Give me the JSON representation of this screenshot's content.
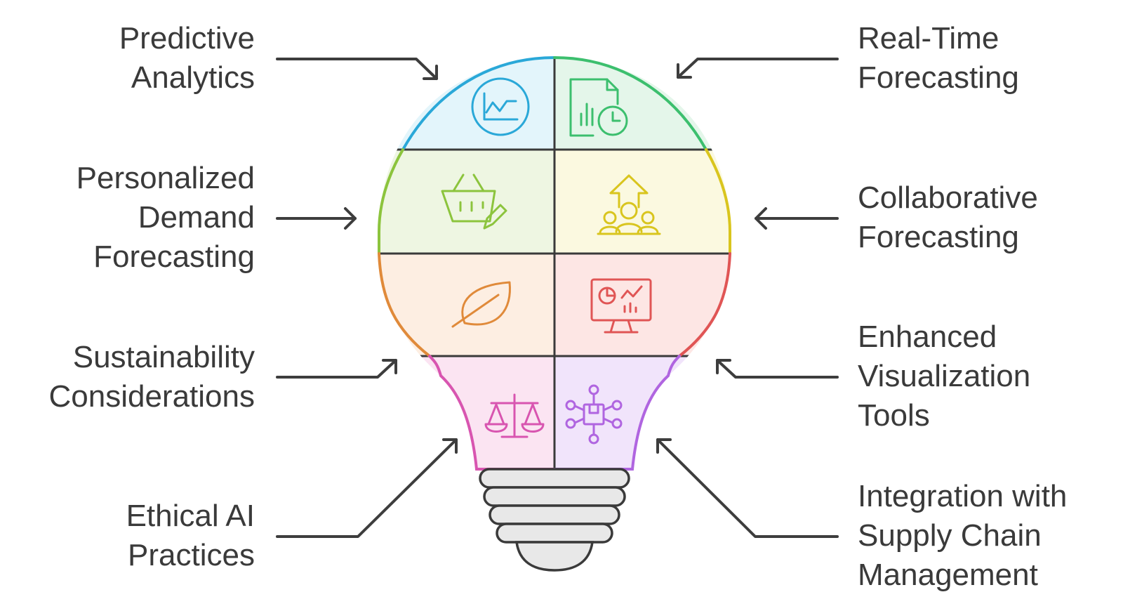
{
  "colors": {
    "text": "#3a3a3a",
    "arrow": "#3d3d3d",
    "bulb_outline": "#3a3a3a",
    "base_fill": "#e8e8e8"
  },
  "segments": [
    {
      "id": "predictive-analytics",
      "label": [
        "Predictive",
        "Analytics"
      ],
      "icon": "line-chart-icon",
      "fill": "#e3f5fb",
      "stroke": "#2aa8d8"
    },
    {
      "id": "real-time-forecasting",
      "label": [
        "Real-Time",
        "Forecasting"
      ],
      "icon": "report-clock-icon",
      "fill": "#e4f6ea",
      "stroke": "#3cbf6e"
    },
    {
      "id": "personalized-demand-forecasting",
      "label": [
        "Personalized",
        "Demand",
        "Forecasting"
      ],
      "icon": "basket-pencil-icon",
      "fill": "#eef6e2",
      "stroke": "#8cc43d"
    },
    {
      "id": "collaborative-forecasting",
      "label": [
        "Collaborative",
        "Forecasting"
      ],
      "icon": "team-growth-icon",
      "fill": "#fbf9e0",
      "stroke": "#d9c51e"
    },
    {
      "id": "sustainability-considerations",
      "label": [
        "Sustainability",
        "Considerations"
      ],
      "icon": "leaf-icon",
      "fill": "#fdeee2",
      "stroke": "#e08a3a"
    },
    {
      "id": "enhanced-visualization-tools",
      "label": [
        "Enhanced",
        "Visualization",
        "Tools"
      ],
      "icon": "dashboard-monitor-icon",
      "fill": "#fde6e4",
      "stroke": "#e05555"
    },
    {
      "id": "ethical-ai-practices",
      "label": [
        "Ethical AI",
        "Practices"
      ],
      "icon": "balance-scale-icon",
      "fill": "#fbe4f2",
      "stroke": "#d855b0"
    },
    {
      "id": "integration-with-supply-chain-management",
      "label": [
        "Integration with",
        "Supply Chain",
        "Management"
      ],
      "icon": "network-box-icon",
      "fill": "#f1e4fb",
      "stroke": "#b065e0"
    }
  ]
}
